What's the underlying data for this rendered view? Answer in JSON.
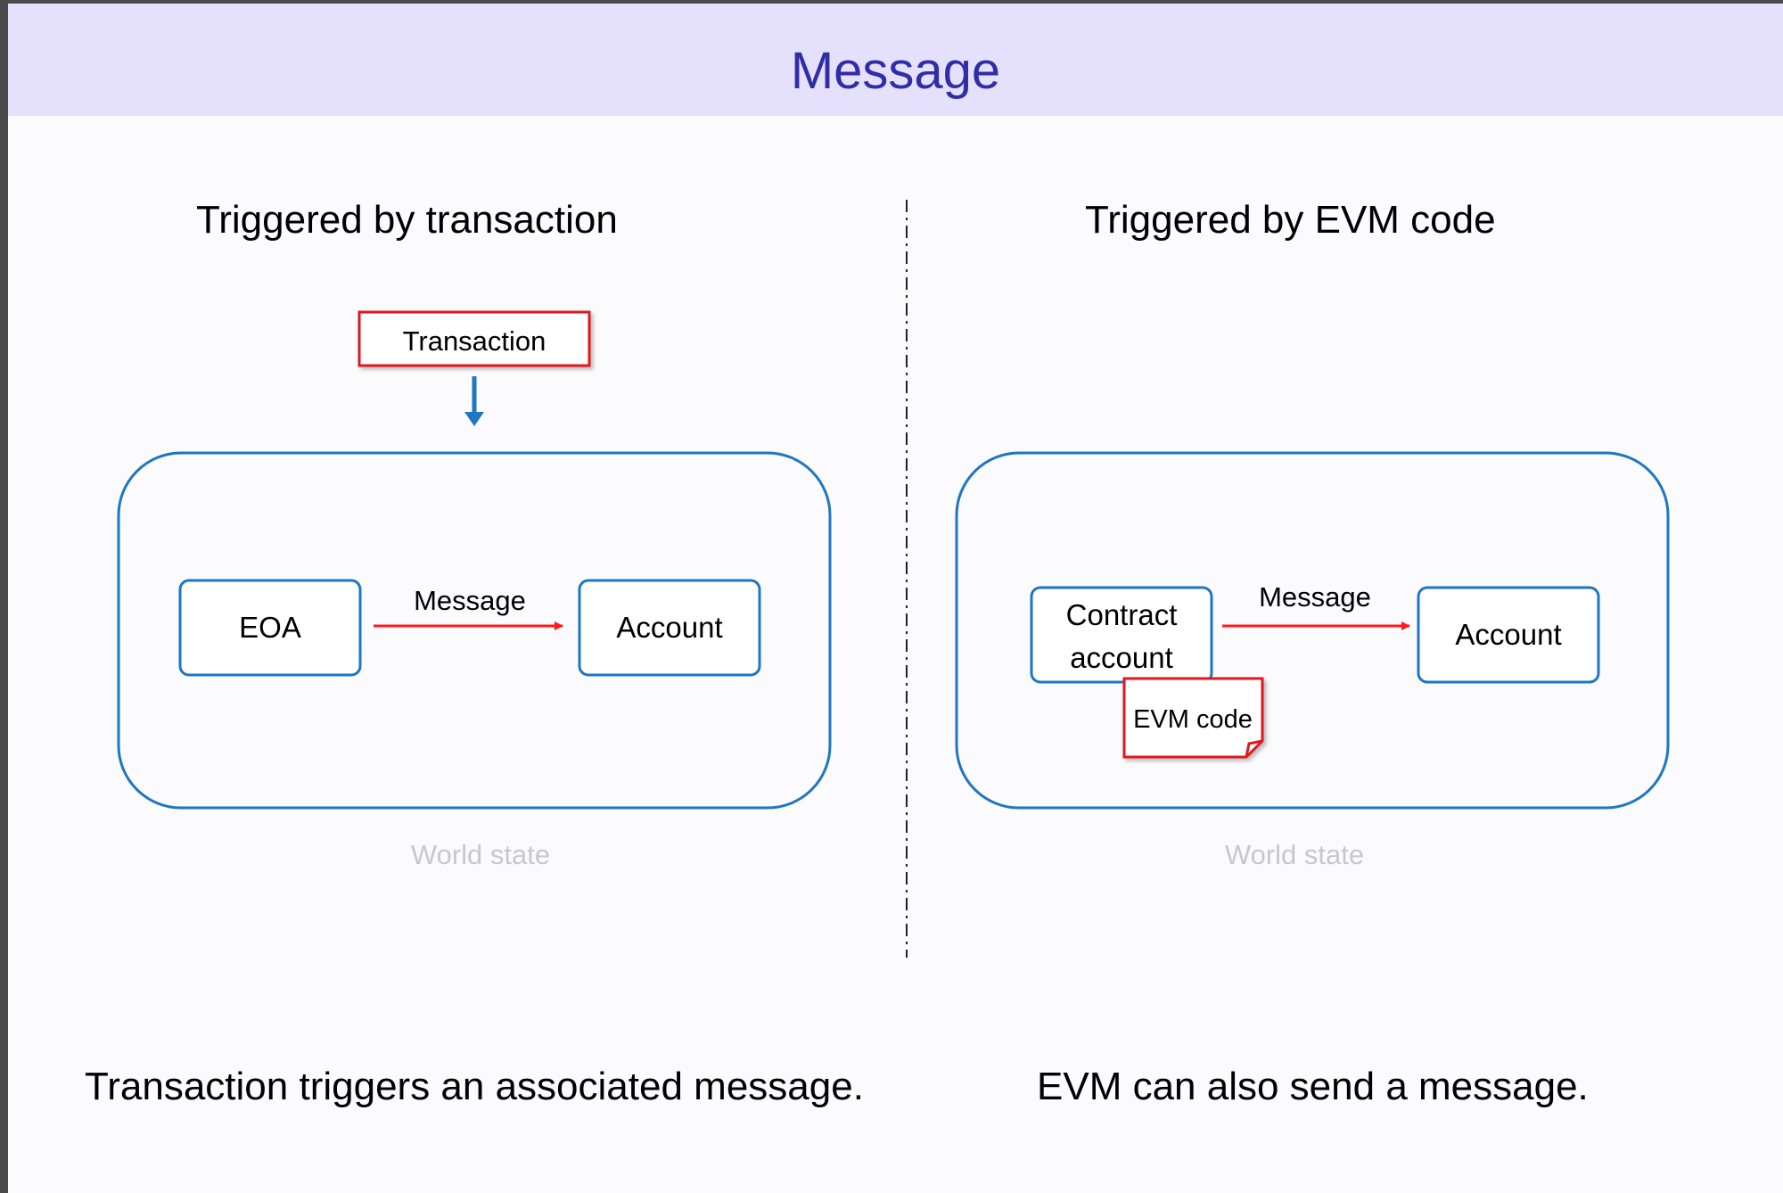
{
  "slide": {
    "title": "Message"
  },
  "left_panel": {
    "heading": "Triggered by transaction",
    "transaction_label": "Transaction",
    "source_box": "EOA",
    "message_label": "Message",
    "target_box": "Account",
    "world_state_label": "World state",
    "caption": "Transaction triggers an associated message."
  },
  "right_panel": {
    "heading": "Triggered by EVM code",
    "source_box_line1": "Contract",
    "source_box_line2": "account",
    "evm_code_label": "EVM code",
    "message_label": "Message",
    "target_box": "Account",
    "world_state_label": "World state",
    "caption": "EVM can also send a message."
  },
  "colors": {
    "title_band": "#e5e1fd",
    "title_text": "#2f2ea8",
    "container_stroke": "#1f76c2",
    "message_arrow": "#ff1a1a",
    "highlight_box": "#e0181e",
    "world_state_text": "#c8c8c8"
  }
}
